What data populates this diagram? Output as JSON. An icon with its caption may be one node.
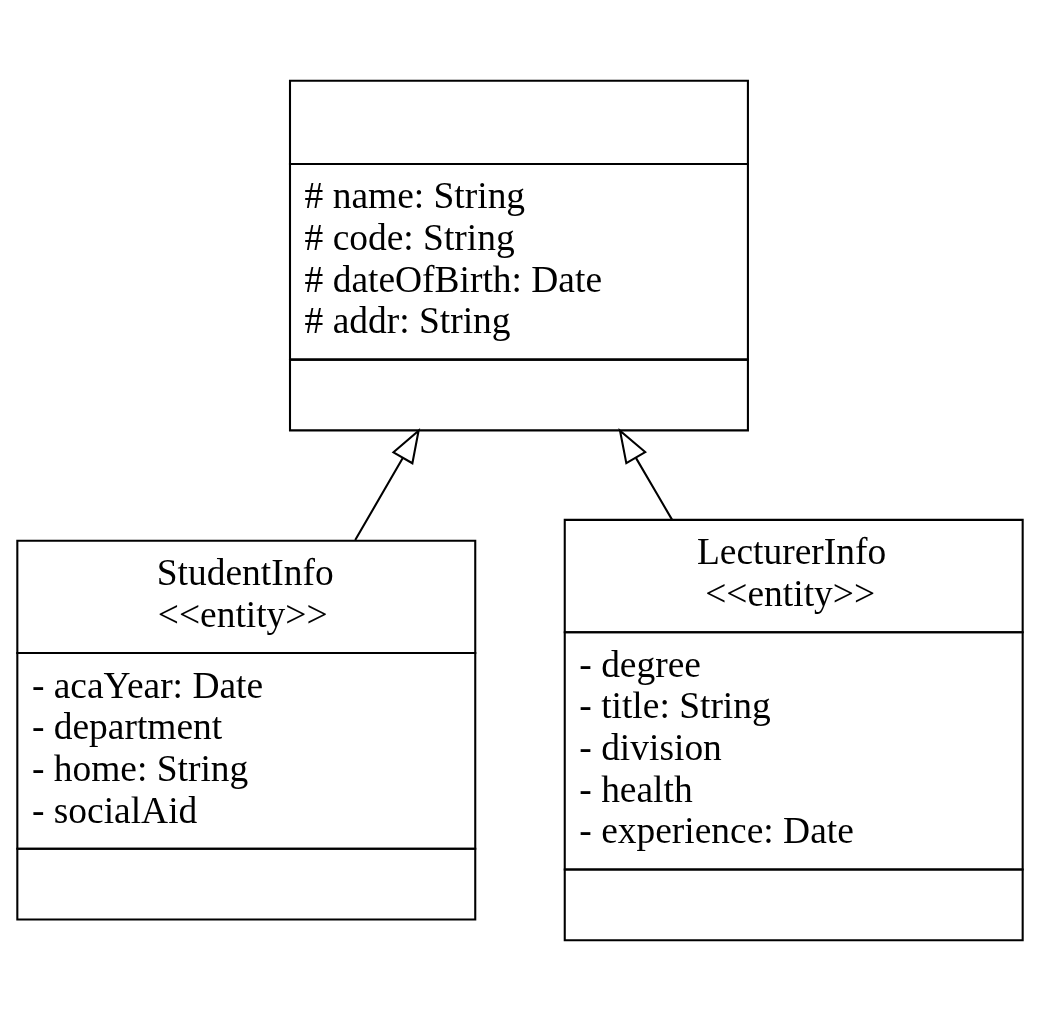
{
  "diagram": {
    "nodes": [
      {
        "text": [
          "# name: String",
          "# code: String",
          "# dateOfBirth: Date",
          "# addr: String"
        ]
      },
      {
        "text": [
          "StudentInfo",
          "<<entity>>",
          "- acaYear: Date",
          "- department",
          "- home: String",
          "- socialAid"
        ]
      },
      {
        "text": [
          "LecturerInfo",
          "<<entity>>",
          "- degree",
          "- title: String",
          "- division",
          "- health",
          "- experience: Date"
        ]
      }
    ],
    "edges": [
      {
        "from": 1,
        "to": 0,
        "arrow": "to"
      },
      {
        "from": 2,
        "to": 0,
        "arrow": "to"
      }
    ]
  }
}
